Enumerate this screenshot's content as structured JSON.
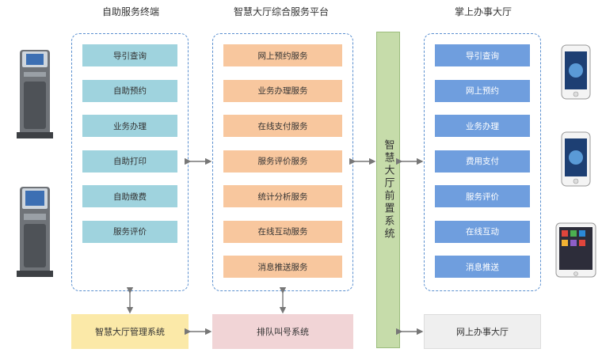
{
  "titles": {
    "self_service": "自助服务终端",
    "platform": "智慧大厅综合服务平台",
    "mobile": "掌上办事大厅"
  },
  "self_service_items": [
    "导引查询",
    "自助预约",
    "业务办理",
    "自助打印",
    "自助缴费",
    "服务评价"
  ],
  "platform_items": [
    "网上预约服务",
    "业务办理服务",
    "在线支付服务",
    "服务评价服务",
    "统计分析服务",
    "在线互动服务",
    "消息推送服务"
  ],
  "mobile_items": [
    "导引查询",
    "网上预约",
    "业务办理",
    "费用支付",
    "服务评价",
    "在线互动",
    "消息推送"
  ],
  "front_system": "智慧大厅前置系统",
  "bottom": {
    "management": "智慧大厅管理系统",
    "queue": "排队叫号系统",
    "online_hall": "网上办事大厅"
  },
  "colors": {
    "panel_border": "#5a8fcf",
    "self_box": "#9fd3de",
    "platform_box": "#f8c79e",
    "mobile_box": "#6f9ede",
    "front": "#c6dcaa",
    "management": "#fbe9a8",
    "queue": "#f1d4d6",
    "online_hall": "#efefef"
  }
}
